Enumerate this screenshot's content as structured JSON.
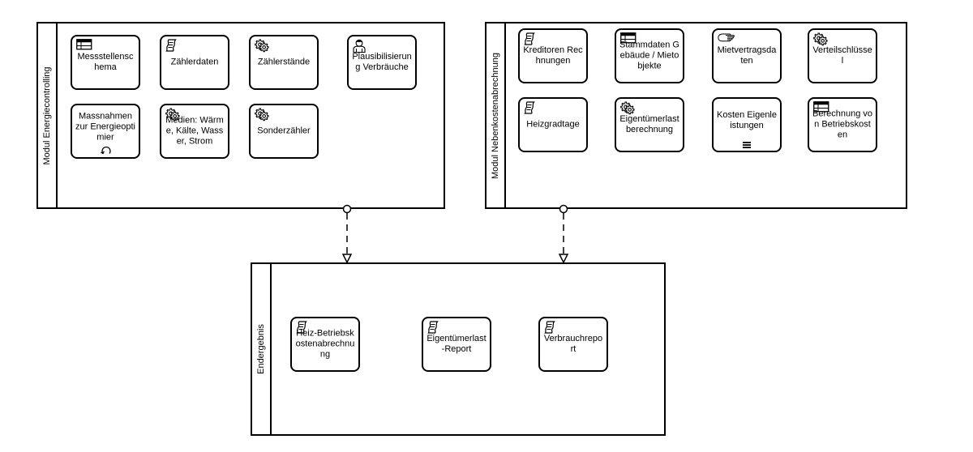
{
  "pools": {
    "energiecontrolling": {
      "label": "Modul Energiecontrolling",
      "tasks": [
        {
          "label": "Messstellenschema",
          "icon": "business-rule-icon"
        },
        {
          "label": "Zählerdaten",
          "icon": "script-icon"
        },
        {
          "label": "Zählerstände",
          "icon": "service-gear-icon"
        },
        {
          "label": "Plausibilisierung Verbräuche",
          "icon": "user-icon"
        },
        {
          "label": "Massnahmen zur Energieoptimier",
          "icon": "none",
          "marker": "loop-marker-icon"
        },
        {
          "label": "Medien: Wärme, Kälte, Wasser, Strom",
          "icon": "service-gear-icon"
        },
        {
          "label": "Sonderzähler",
          "icon": "service-gear-icon"
        }
      ]
    },
    "nebenkosten": {
      "label": "Modul Nebenkostenabrechnung",
      "tasks": [
        {
          "label": "Kreditoren Rechnungen",
          "icon": "script-icon"
        },
        {
          "label": "Stammdaten Gebäude / Mietobjekte",
          "icon": "business-rule-icon"
        },
        {
          "label": "Mietvertragsdaten",
          "icon": "manual-hand-icon"
        },
        {
          "label": "Verteilschlüssel",
          "icon": "service-gear-icon"
        },
        {
          "label": "Heizgradtage",
          "icon": "script-icon"
        },
        {
          "label": "Eigentümerlastberechnung",
          "icon": "service-gear-icon"
        },
        {
          "label": "Kosten Eigenleistungen",
          "icon": "none",
          "marker": "parallel-multi-instance-icon"
        },
        {
          "label": "Berechnung von Betriebskosten",
          "icon": "business-rule-icon"
        }
      ]
    },
    "endergebnis": {
      "label": "Endergebnis",
      "tasks": [
        {
          "label": "Heiz-Betriebskostenabrechnung",
          "icon": "script-icon"
        },
        {
          "label": "Eigentümerlast-Report",
          "icon": "script-icon"
        },
        {
          "label": "Verbrauchreport",
          "icon": "script-icon"
        }
      ]
    }
  }
}
